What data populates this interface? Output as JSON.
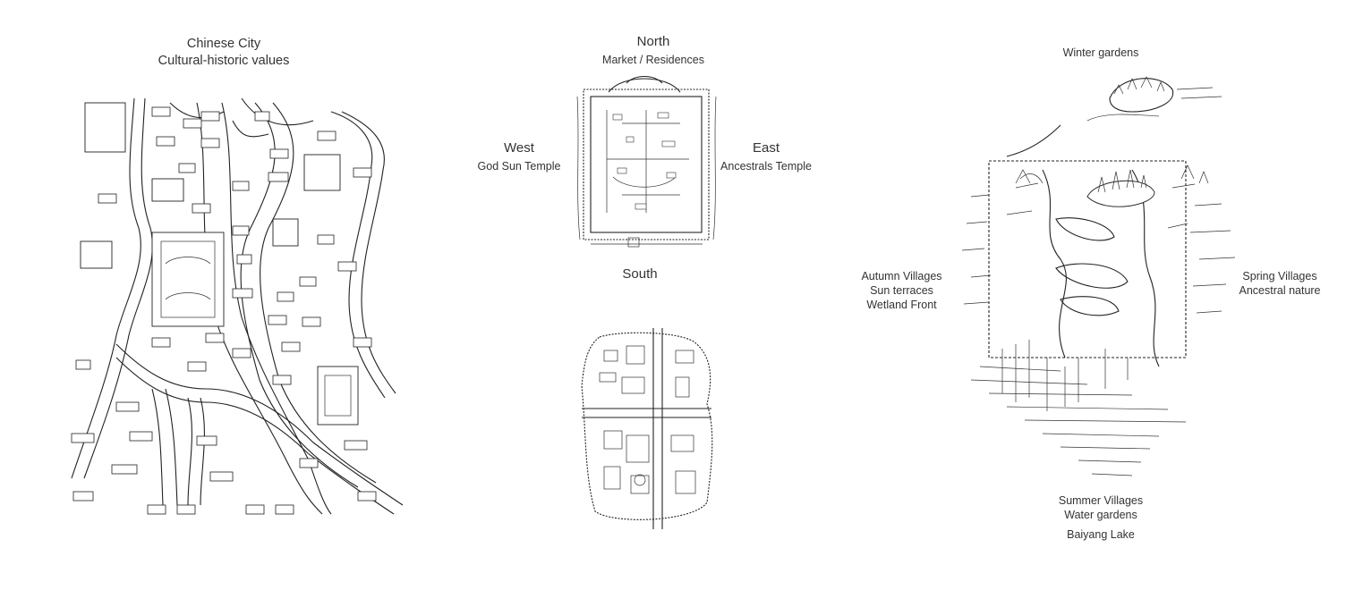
{
  "left_panel": {
    "title_line1": "Chinese City",
    "title_line2": "Cultural-historic values"
  },
  "middle_panel": {
    "north": "North",
    "north_sub": "Market / Residences",
    "west": "West",
    "west_sub": "God Sun Temple",
    "east": "East",
    "east_sub": "Ancestrals Temple",
    "south": "South"
  },
  "right_panel": {
    "top": "Winter gardens",
    "left_line1": "Autumn Villages",
    "left_line2": "Sun terraces",
    "left_line3": "Wetland Front",
    "right_line1": "Spring Villages",
    "right_line2": "Ancestral nature",
    "bottom_line1": "Summer Villages",
    "bottom_line2": "Water gardens",
    "bottom_line3": "Baiyang Lake"
  }
}
